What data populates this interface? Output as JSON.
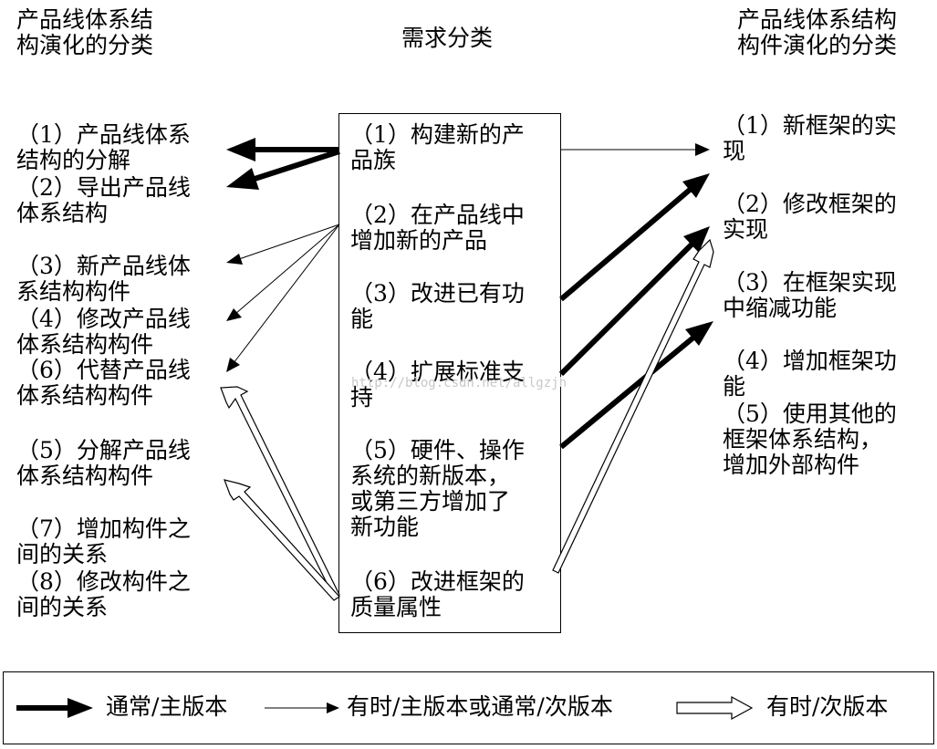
{
  "headers": {
    "left": "产品线体系结\n构演化的分类",
    "center": "需求分类",
    "right": "产品线体系结构\n构件演化的分类"
  },
  "left_items": [
    "（1）产品线体系\n结构的分解",
    "（2）导出产品线\n体系结构",
    "（3）新产品线体\n系结构构件",
    "（4）修改产品线\n体系结构构件",
    "（6）代替产品线\n体系结构构件",
    "（5）分解产品线\n体系结构构件",
    "（7）增加构件之\n间的关系",
    "（8）修改构件之\n间的关系"
  ],
  "center_items": [
    "（1）构建新的产\n品族",
    "（2）在产品线中\n增加新的产品",
    "（3）改进已有功\n能",
    "（4）扩展标准支\n持",
    "（5）硬件、操作\n系统的新版本，\n或第三方增加了\n新功能",
    "（6）改进框架的\n质量属性"
  ],
  "right_items": [
    "（1）新框架的实\n现",
    "（2）修改框架的\n实现",
    "（3）在框架实现\n中缩减功能",
    "（4）增加框架功\n能",
    "（5）使用其他的\n框架体系结构，\n增加外部构件"
  ],
  "legend": {
    "thick": "通常/主版本",
    "thin": "有时/主版本或通常/次版本",
    "hollow": "有时/次版本"
  },
  "watermark": "http://blog.csdn.net/allgzjh"
}
